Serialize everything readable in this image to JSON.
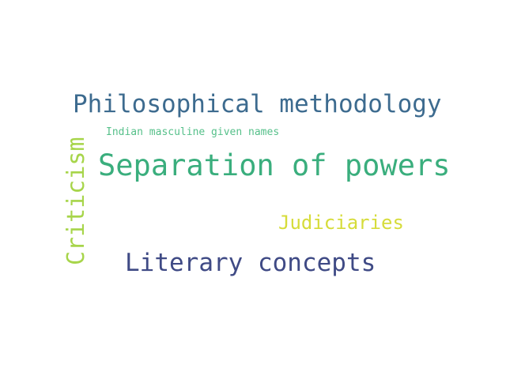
{
  "word_cloud": {
    "words": [
      {
        "text": "Philosophical methodology",
        "color": "#3d6b8f"
      },
      {
        "text": "Indian masculine given names",
        "color": "#56c08a"
      },
      {
        "text": "Separation of powers",
        "color": "#3aae7d"
      },
      {
        "text": "Criticism",
        "color": "#a7d54a"
      },
      {
        "text": "Judiciaries",
        "color": "#d6dc3a"
      },
      {
        "text": "Literary concepts",
        "color": "#3f4a85"
      }
    ]
  }
}
